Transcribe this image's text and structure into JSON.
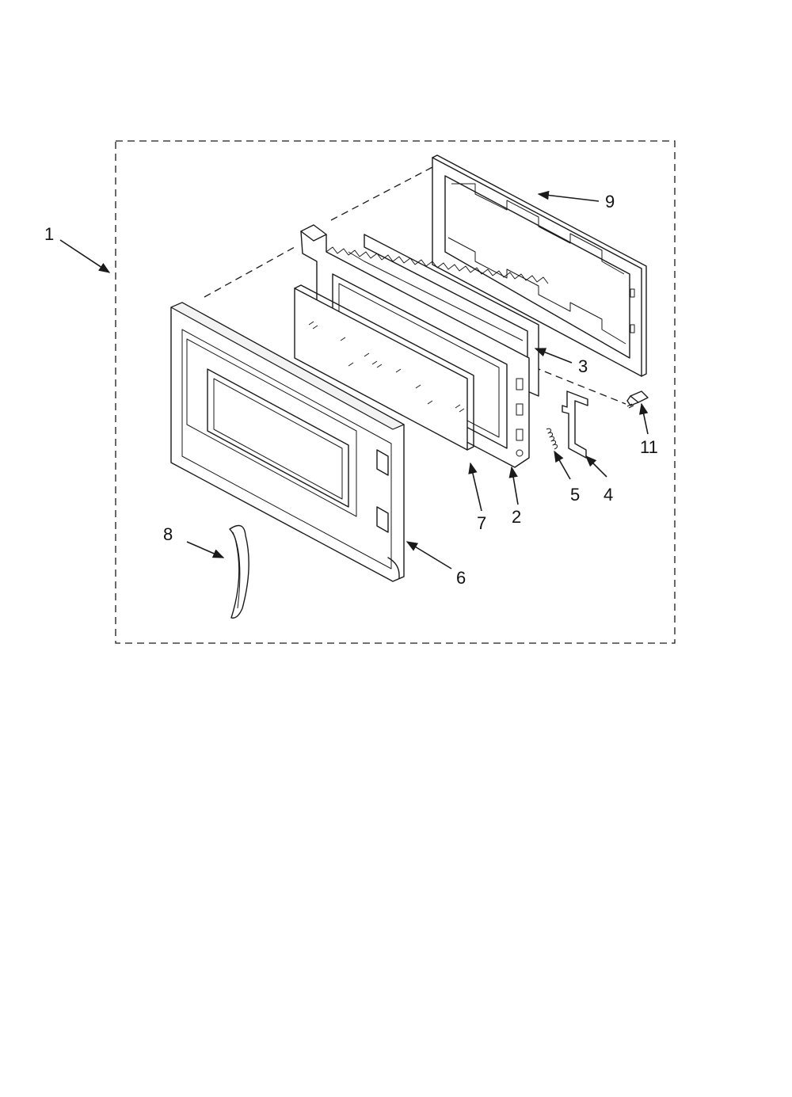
{
  "diagram": {
    "callouts": [
      {
        "id": "1",
        "label": "1"
      },
      {
        "id": "2",
        "label": "2"
      },
      {
        "id": "3",
        "label": "3"
      },
      {
        "id": "4",
        "label": "4"
      },
      {
        "id": "5",
        "label": "5"
      },
      {
        "id": "6",
        "label": "6"
      },
      {
        "id": "7",
        "label": "7"
      },
      {
        "id": "8",
        "label": "8"
      },
      {
        "id": "9",
        "label": "9"
      },
      {
        "id": "11",
        "label": "11"
      }
    ]
  }
}
